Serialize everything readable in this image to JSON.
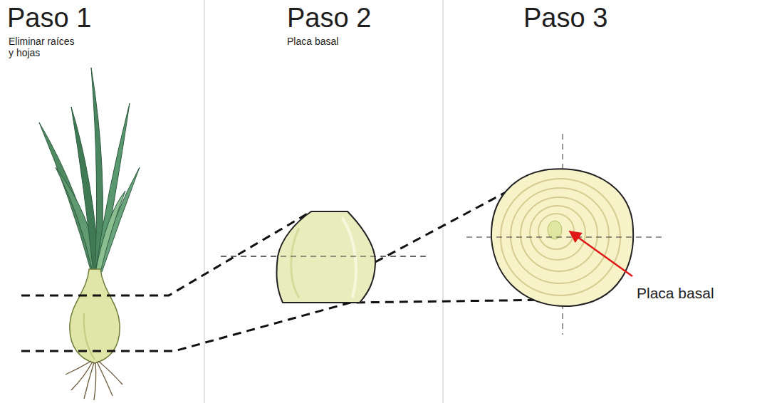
{
  "diagram": {
    "labels": [
      "Paso 1",
      "Eliminar raíces y hojas",
      "Paso 2",
      "Placa basal",
      "Paso 3",
      "Placa basal"
    ]
  }
}
